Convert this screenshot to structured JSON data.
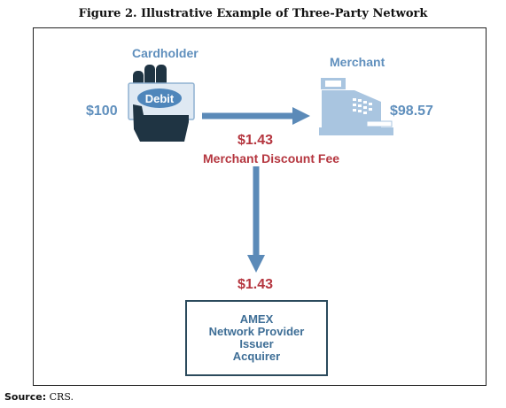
{
  "figure": {
    "title": "Figure 2. Illustrative Example of Three-Party Network"
  },
  "cardholder": {
    "label": "Cardholder",
    "card_text": "Debit",
    "amount": "$100",
    "icon": "hand-holding-debit-card-icon"
  },
  "merchant": {
    "label": "Merchant",
    "amount": "$98.57",
    "icon": "cash-register-icon"
  },
  "fee": {
    "amount": "$1.43",
    "label": "Merchant Discount Fee"
  },
  "network": {
    "amount": "$1.43",
    "lines": [
      "AMEX",
      "Network Provider",
      "Issuer",
      "Acquirer"
    ]
  },
  "source": {
    "label": "Source:",
    "text": "CRS."
  },
  "colors": {
    "primary_blue": "#5f8fbd",
    "dark_navy": "#1f3443",
    "fee_red": "#b5363f",
    "arrow_blue": "#5b8ab8"
  }
}
